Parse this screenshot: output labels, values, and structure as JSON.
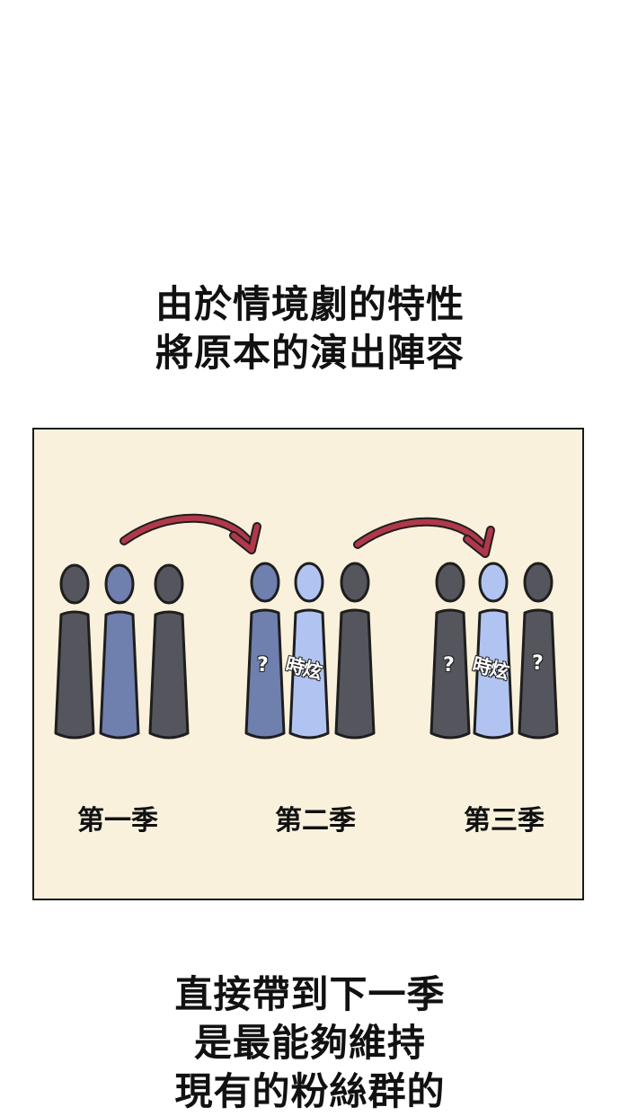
{
  "caption_top": [
    "由於情境劇的特性",
    "將原本的演出陣容"
  ],
  "caption_bottom": [
    "直接帶到下一季",
    "是最能夠維持",
    "現有的粉絲群的"
  ],
  "seasons": [
    {
      "label": "第一季"
    },
    {
      "label": "第二季"
    },
    {
      "label": "第三季"
    }
  ],
  "unknown_mark": "?",
  "name_tag": "時炫",
  "colors": {
    "panel_bg": "#f9f1dc",
    "dark_figure": "#55565d",
    "mid_blue_figure": "#6f7fae",
    "light_blue_figure": "#b1c4f1",
    "arrow": "#b1384a",
    "outline": "#1e1e1e"
  }
}
